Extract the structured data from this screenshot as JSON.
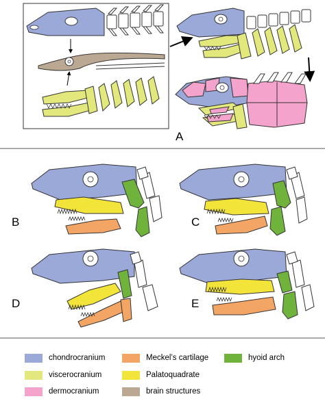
{
  "figure": {
    "panels": {
      "a": "A",
      "b": "B",
      "c": "C",
      "d": "D",
      "e": "E"
    }
  },
  "legend": {
    "items": [
      {
        "label": "chondrocranium",
        "color": "#9aa9d8"
      },
      {
        "label": "Meckel’s cartilage",
        "color": "#f2a565"
      },
      {
        "label": "hyoid arch",
        "color": "#6fb23c"
      },
      {
        "label": "viscerocranium",
        "color": "#e2e87c"
      },
      {
        "label": "Palatoquadrate",
        "color": "#f3e43a"
      },
      {
        "label": "dermocranium",
        "color": "#f4a4cc"
      },
      {
        "label": "brain structures",
        "color": "#bba892"
      }
    ]
  },
  "colors": {
    "chondrocranium": "#9aa9d8",
    "meckel": "#f2a565",
    "hyoid": "#6fb23c",
    "viscerocranium": "#e2e87c",
    "palatoquadrate": "#f3e43a",
    "dermocranium": "#f4a4cc",
    "brain": "#bba892"
  }
}
